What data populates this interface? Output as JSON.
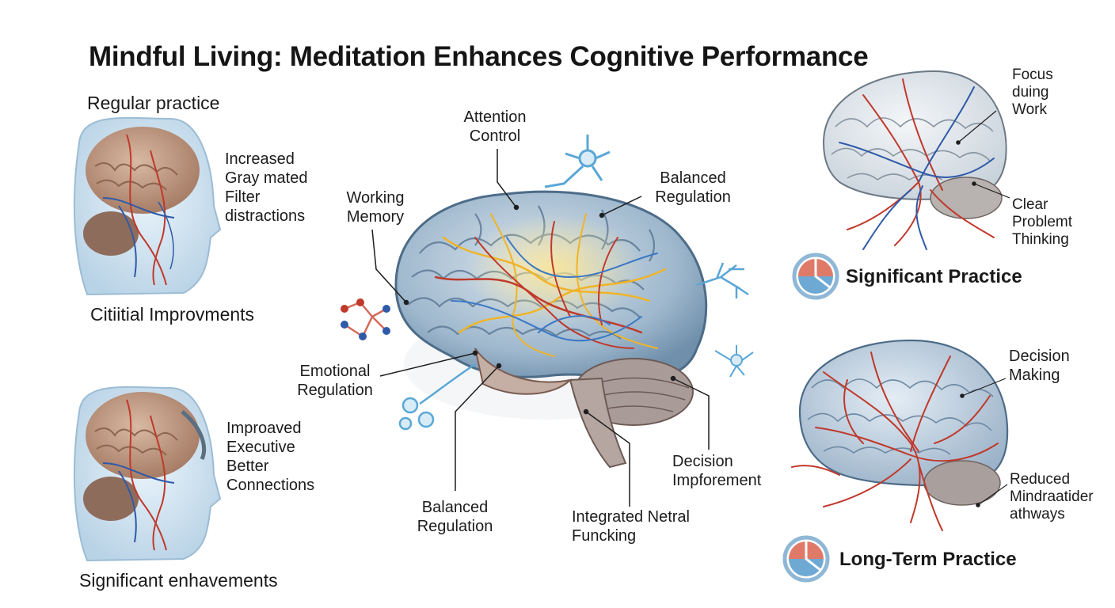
{
  "title": "Mindful Living: Meditation Enhances Cognitive Performance",
  "left_top": {
    "heading": "Regular practice",
    "labels": "Increased\nGray mated\nFilter\ndistractions",
    "caption": "Citiitial Improvments"
  },
  "left_bottom": {
    "labels": "Improaved\nExecutive\nBetter\nConnections",
    "caption": "Significant enhavements"
  },
  "center": {
    "attention": "Attention\nControl",
    "working_memory": "Working\nMemory",
    "balanced_top": "Balanced\nRegulation",
    "emotional": "Emotional\nRegulation",
    "balanced_bottom": "Balanced\nRegulation",
    "integrated": "Integrated Netral\nFuncking",
    "decision": "Decision\nImpforement"
  },
  "right_top": {
    "focus": "Focus\nduing\nWork",
    "clear": "Clear\nProblemt\nThinking",
    "badge": "Significant Practice"
  },
  "right_bottom": {
    "decision": "Decision\nMaking",
    "reduced": "Reduced\nMindraatider\nathways",
    "badge": "Long-Term Practice"
  },
  "colors": {
    "brain_blue": "#8fb0cc",
    "artery_red": "#c0392b",
    "vein_blue": "#2f5aa8",
    "neural_yellow": "#f0b429",
    "accent_light_blue": "#7fb8dd"
  }
}
